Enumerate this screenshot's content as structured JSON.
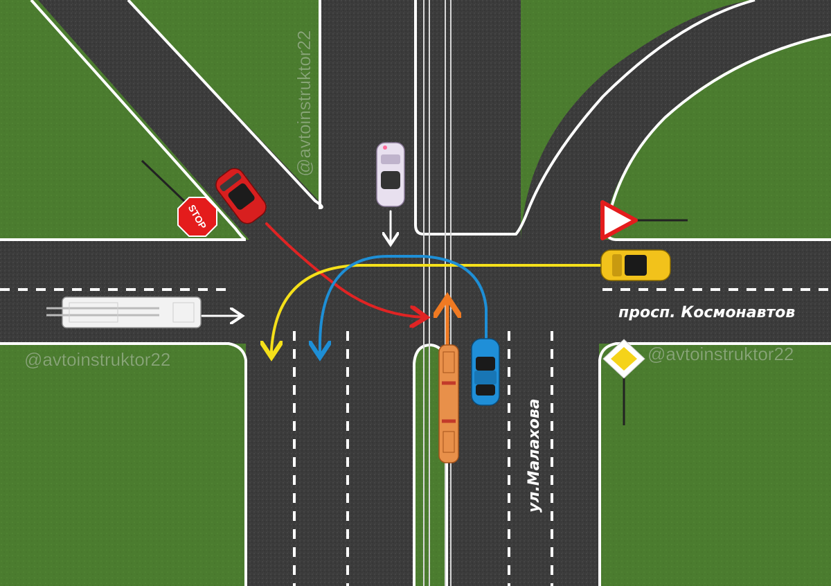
{
  "streets": {
    "horizontal_name": "просп. Космонавтов",
    "vertical_name": "ул.Малахова"
  },
  "watermarks": {
    "left": "@avtoinstruktor22",
    "right": "@avtoinstruktor22",
    "vertical": "@avtoinstruktor22"
  },
  "signs": {
    "stop": {
      "text": "STOP",
      "type": "stop-sign"
    },
    "yield": {
      "type": "give-way-sign"
    },
    "priority": {
      "type": "priority-road-sign"
    }
  },
  "vehicles": [
    {
      "id": "red-car",
      "color": "#d81f1f"
    },
    {
      "id": "white-car",
      "color": "#e8e0ef"
    },
    {
      "id": "yellow-car",
      "color": "#f2c21b"
    },
    {
      "id": "blue-car",
      "color": "#1f8fd8"
    },
    {
      "id": "tram",
      "color": "#e8904a"
    },
    {
      "id": "trolleybus",
      "color": "#f2f2f2"
    }
  ],
  "paths": {
    "red": "#e02424",
    "yellow": "#f5e01a",
    "blue": "#1e8fd6",
    "orange": "#f07a22",
    "white": "#ffffff"
  },
  "colors": {
    "grass": "#4a7a2e",
    "asphalt": "#3a3a3a",
    "marking": "#ffffff"
  }
}
